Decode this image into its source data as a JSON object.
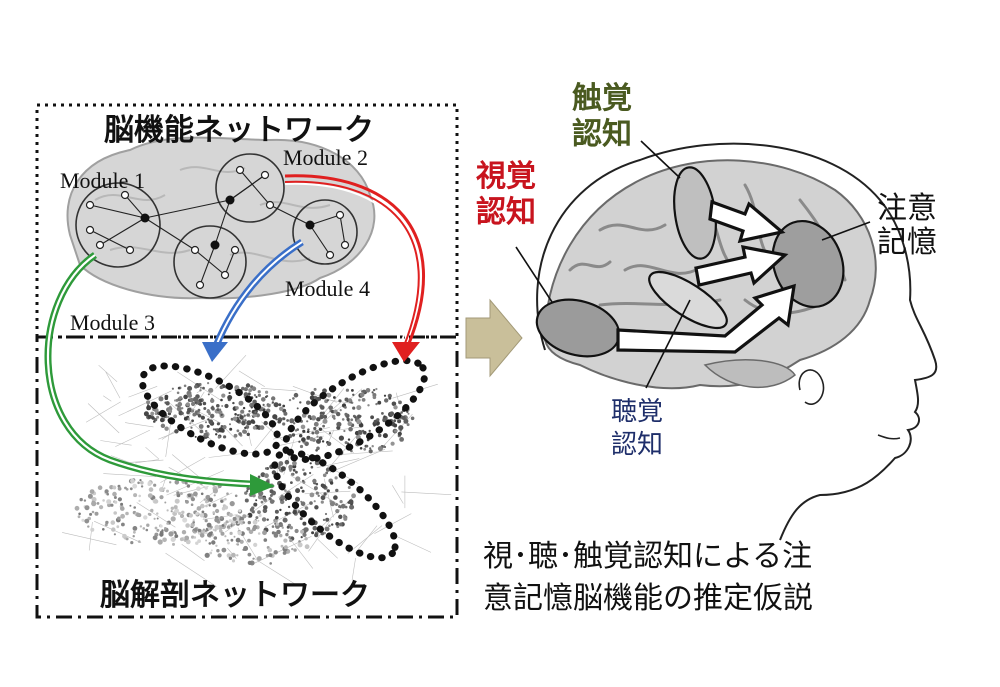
{
  "left": {
    "functional_title": "脳機能ネットワーク",
    "anatomical_title": "脳解剖ネットワーク",
    "modules": [
      "Module 1",
      "Module 2",
      "Module 3",
      "Module 4"
    ]
  },
  "right": {
    "visual": [
      "視覚",
      "認知"
    ],
    "tactile": [
      "触覚",
      "認知"
    ],
    "auditory": [
      "聴覚",
      "認知"
    ],
    "attention": [
      "注意",
      "記憶"
    ]
  },
  "caption": [
    "視･聴･触覚認知による注",
    "意記憶脳機能の推定仮説"
  ],
  "colors": {
    "module2_arrow": "#e02020",
    "module3_arrow": "#2e9a3a",
    "module4_arrow": "#3a6fc8",
    "visual_label": "#c8141e",
    "tactile_label": "#4a5a20",
    "auditory_label": "#1e2e6a",
    "transition_arrow": "#c9bf9a"
  }
}
